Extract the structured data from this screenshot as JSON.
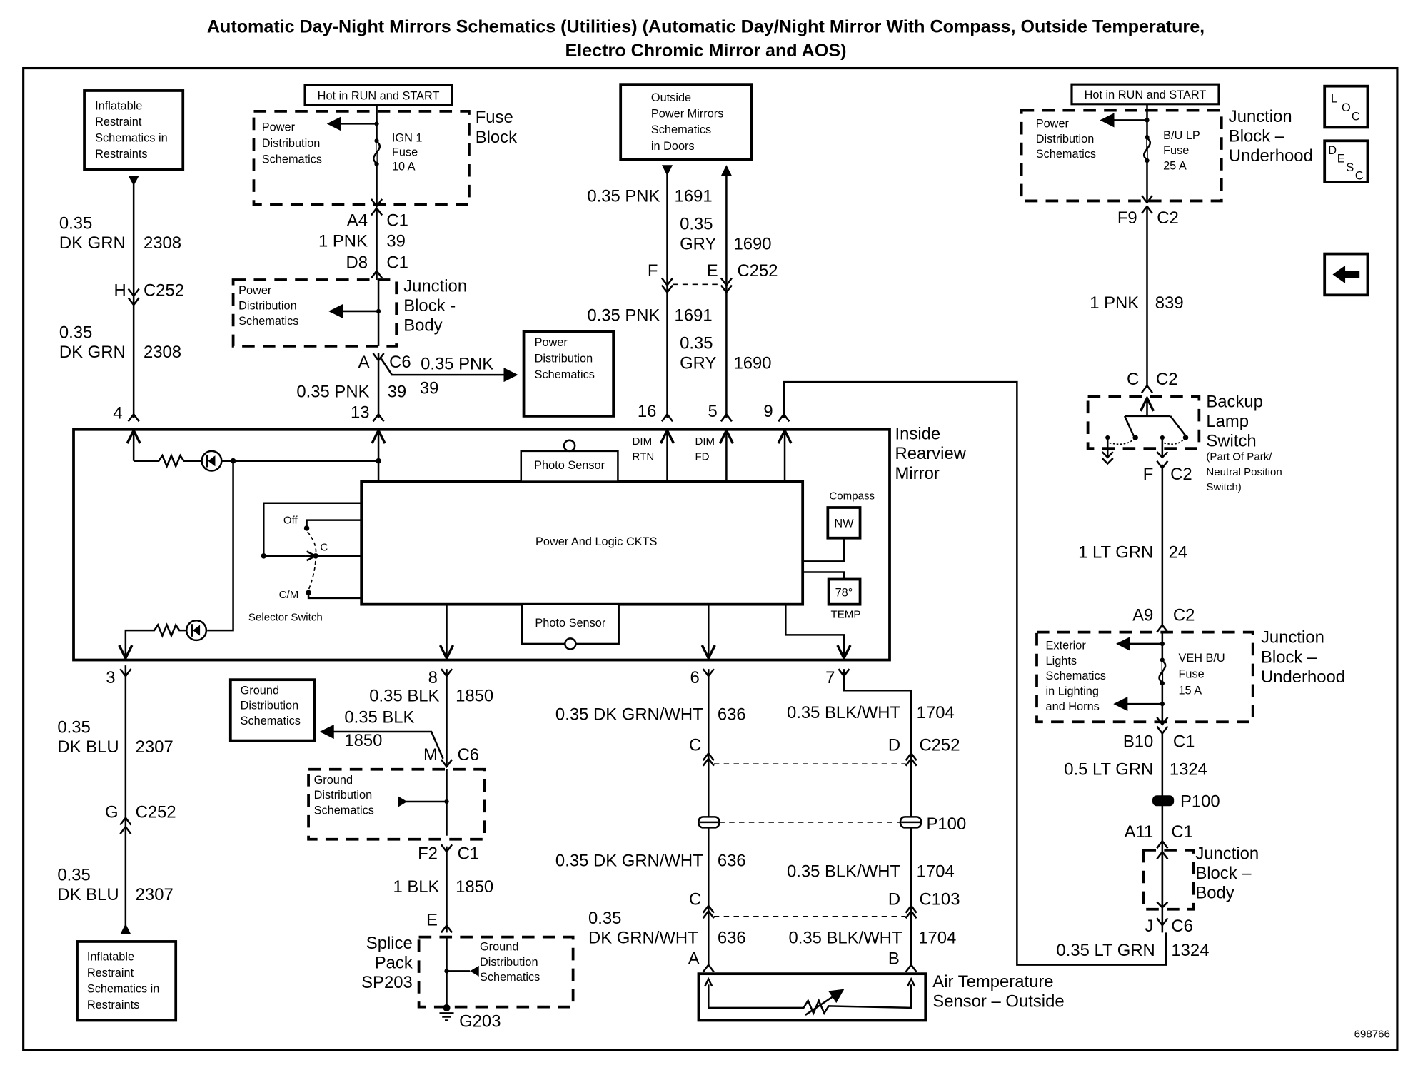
{
  "title": {
    "line1": "Automatic Day-Night Mirrors Schematics (Utilities) (Automatic Day/Night Mirror With Compass, Outside Temperature,",
    "line2": "Electro Chromic Mirror and AOS)"
  },
  "figure_id": "698766",
  "nav": {
    "loc_icon": {
      "main": "L",
      "sub": "OC",
      "name": "location-view-button"
    },
    "desc_icon": {
      "main": "D",
      "sub1": "E",
      "sub2": "S",
      "sub3": "C",
      "name": "description-view-button"
    },
    "back_icon": "back-arrow"
  },
  "left_column": {
    "top_ref": [
      "Inflatable",
      "Restraint",
      "Schematics in",
      "Restraints"
    ],
    "wire1": {
      "size": "0.35",
      "color": "DK GRN",
      "circuit": "2308"
    },
    "conn1": {
      "pin": "H",
      "id": "C252"
    },
    "wire2": {
      "size": "0.35",
      "color": "DK GRN",
      "circuit": "2308"
    },
    "mirror_pin_top": "4",
    "mirror_pin_bottom": "3",
    "wire3": {
      "size": "0.35",
      "color": "DK BLU",
      "circuit": "2307"
    },
    "conn2": {
      "pin": "G",
      "id": "C252"
    },
    "wire4": {
      "size": "0.35",
      "color": "DK BLU",
      "circuit": "2307"
    },
    "bottom_ref": [
      "Inflatable",
      "Restraint",
      "Schematics in",
      "Restraints"
    ]
  },
  "fuse_block": {
    "hot_label": "Hot in RUN and START",
    "dist_ref": [
      "Power",
      "Distribution",
      "Schematics"
    ],
    "fuse": [
      "IGN 1",
      "Fuse",
      "10 A"
    ],
    "name": [
      "Fuse",
      "Block"
    ],
    "conn_top": {
      "pin": "A4",
      "id": "C1"
    },
    "wire": {
      "label": "1 PNK",
      "circuit": "39"
    },
    "conn_bottom": {
      "pin": "D8",
      "id": "C1"
    }
  },
  "junction_body": {
    "dist_ref": [
      "Power",
      "Distribution",
      "Schematics"
    ],
    "name": [
      "Junction",
      "Block -",
      "Body"
    ],
    "conn": {
      "pin": "A",
      "id": "C6"
    },
    "branch_wire": {
      "label": "0.35 PNK",
      "circuit": "39"
    },
    "branch_ref": [
      "Power",
      "Distribution",
      "Schematics"
    ],
    "wire": {
      "label": "0.35 PNK",
      "circuit": "39"
    },
    "mirror_pin": "13"
  },
  "outside_mirrors": {
    "ref": [
      "Outside",
      "Power Mirrors",
      "Schematics",
      "in Doors"
    ],
    "wire_a1": {
      "label": "0.35 PNK",
      "circuit": "1691"
    },
    "wire_b1": {
      "size": "0.35",
      "color": "GRY",
      "circuit": "1690"
    },
    "conn": {
      "pin_a": "F",
      "pin_b": "E",
      "id": "C252"
    },
    "wire_a2": {
      "label": "0.35 PNK",
      "circuit": "1691"
    },
    "wire_b2": {
      "size": "0.35",
      "color": "GRY",
      "circuit": "1690"
    },
    "mirror_pins": [
      "16",
      "5",
      "9"
    ]
  },
  "mirror": {
    "name": [
      "Inside",
      "Rearview",
      "Mirror"
    ],
    "logic": "Power And Logic CKTS",
    "photo_sensor_top": "Photo Sensor",
    "photo_sensor_bottom": "Photo Sensor",
    "dim_rtn": [
      "DIM",
      "RTN"
    ],
    "dim_fd": [
      "DIM",
      "FD"
    ],
    "compass_label": "Compass",
    "compass_value": "NW",
    "temp_value": "78°",
    "temp_label": "TEMP",
    "selector": {
      "off": "Off",
      "c": "C",
      "cm": "C/M",
      "label": "Selector Switch"
    }
  },
  "ground": {
    "mirror_pin": "8",
    "wire1": {
      "label": "0.35 BLK",
      "circuit": "1850"
    },
    "branch_wire": {
      "label": "0.35 BLK",
      "circuit": "1850"
    },
    "ref1": [
      "Ground",
      "Distribution",
      "Schematics"
    ],
    "conn1": {
      "pin": "M",
      "id": "C6"
    },
    "ref2": [
      "Ground",
      "Distribution",
      "Schematics"
    ],
    "conn2": {
      "pin": "F2",
      "id": "C1"
    },
    "wire2": {
      "label": "1 BLK",
      "circuit": "1850"
    },
    "splice_pin": "E",
    "splice": [
      "Splice",
      "Pack",
      "SP203"
    ],
    "ref3": [
      "Ground",
      "Distribution",
      "Schematics"
    ],
    "ground_id": "G203"
  },
  "temp_sensor": {
    "mirror_pins": [
      "6",
      "7"
    ],
    "wire_a1": {
      "label": "0.35 DK GRN/WHT",
      "circuit": "636"
    },
    "wire_b1": {
      "label": "0.35 BLK/WHT",
      "circuit": "1704"
    },
    "conn1": {
      "pin_a": "C",
      "pin_b": "D",
      "id": "C252"
    },
    "pass_through": "P100",
    "wire_a2": {
      "label": "0.35 DK GRN/WHT",
      "circuit": "636"
    },
    "wire_b2": {
      "label": "0.35 BLK/WHT",
      "circuit": "1704"
    },
    "conn2": {
      "pin_a": "C",
      "pin_b": "D",
      "id": "C103"
    },
    "wire_a3": {
      "size": "0.35",
      "color": "DK GRN/WHT",
      "circuit": "636"
    },
    "wire_b3": {
      "label": "0.35 BLK/WHT",
      "circuit": "1704"
    },
    "sensor_pins": [
      "A",
      "B"
    ],
    "sensor_name": [
      "Air Temperature",
      "Sensor – Outside"
    ]
  },
  "right_column": {
    "hot_label": "Hot in RUN and START",
    "dist_ref": [
      "Power",
      "Distribution",
      "Schematics"
    ],
    "fuse": [
      "B/U LP",
      "Fuse",
      "25 A"
    ],
    "name": [
      "Junction",
      "Block –",
      "Underhood"
    ],
    "conn1": {
      "pin": "F9",
      "id": "C2"
    },
    "wire1": {
      "label": "1 PNK",
      "circuit": "839"
    },
    "conn2": {
      "pin": "C",
      "id": "C2"
    },
    "switch_name": [
      "Backup",
      "Lamp",
      "Switch"
    ],
    "switch_note": [
      "(Part Of Park/",
      "Neutral Position",
      "Switch)"
    ],
    "conn3": {
      "pin": "F",
      "id": "C2"
    },
    "wire2": {
      "label": "1 LT GRN",
      "circuit": "24"
    },
    "conn4": {
      "pin": "A9",
      "id": "C2"
    },
    "lights_ref": [
      "Exterior",
      "Lights",
      "Schematics",
      "in Lighting",
      "and Horns"
    ],
    "fuse2": [
      "VEH B/U",
      "Fuse",
      "15 A"
    ],
    "name2": [
      "Junction",
      "Block –",
      "Underhood"
    ],
    "conn5": {
      "pin": "B10",
      "id": "C1"
    },
    "wire3": {
      "label": "0.5 LT GRN",
      "circuit": "1324"
    },
    "pass_through": "P100",
    "conn6": {
      "pin": "A11",
      "id": "C1"
    },
    "name3": [
      "Junction",
      "Block –",
      "Body"
    ],
    "conn7": {
      "pin": "J",
      "id": "C6"
    },
    "wire4": {
      "label": "0.35 LT GRN",
      "circuit": "1324"
    }
  }
}
